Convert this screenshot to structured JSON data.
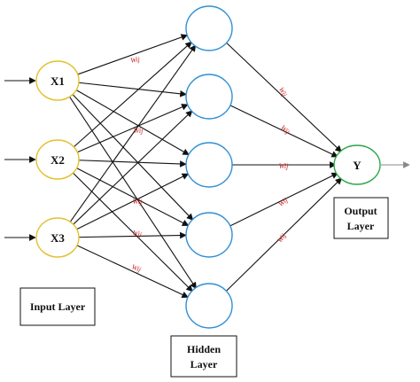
{
  "colors": {
    "input_node_stroke": "#e2c230",
    "hidden_node_stroke": "#2f8fd4",
    "output_node_stroke": "#2ea84a",
    "edge": "#111111",
    "weight_label": "#cc1f1f",
    "output_arrow": "#888888"
  },
  "inputs": [
    {
      "label": "X1"
    },
    {
      "label": "X2"
    },
    {
      "label": "X3"
    }
  ],
  "hidden": [
    {
      "id": "h1"
    },
    {
      "id": "h2"
    },
    {
      "id": "h3"
    },
    {
      "id": "h4"
    },
    {
      "id": "h5"
    }
  ],
  "output": {
    "label": "Y"
  },
  "weight_label_text": "Wij",
  "boxes": {
    "input_layer": "Input Layer",
    "hidden_layer_line1": "Hidden",
    "hidden_layer_line2": "Layer",
    "output_layer_line1": "Output",
    "output_layer_line2": "Layer"
  }
}
